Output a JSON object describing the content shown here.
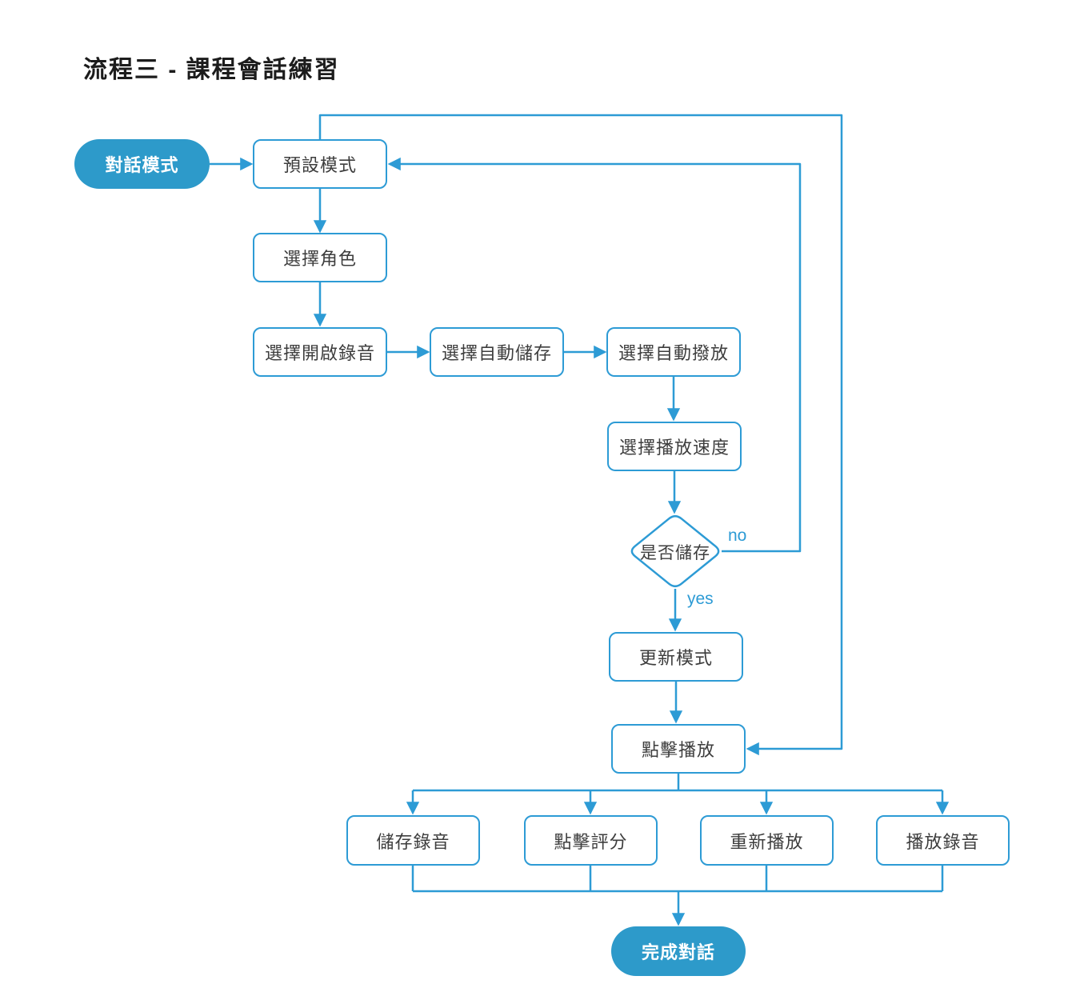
{
  "title": "流程三 - 課程會話練習",
  "colors": {
    "accent": "#2d9bd5",
    "terminal_fill": "#2d9aca",
    "terminal_text": "#ffffff",
    "node_fill": "#ffffff",
    "node_text": "#3d3d3d",
    "title_text": "#1c1c1c",
    "background": "#ffffff"
  },
  "nodes": {
    "start": {
      "label": "對話模式",
      "type": "terminal"
    },
    "default_mode": {
      "label": "預設模式",
      "type": "process"
    },
    "choose_role": {
      "label": "選擇角色",
      "type": "process"
    },
    "enable_recording": {
      "label": "選擇開啟錄音",
      "type": "process"
    },
    "auto_save": {
      "label": "選擇自動儲存",
      "type": "process"
    },
    "auto_play": {
      "label": "選擇自動撥放",
      "type": "process"
    },
    "playback_speed": {
      "label": "選擇播放速度",
      "type": "process"
    },
    "save_decision": {
      "label": "是否儲存",
      "type": "decision"
    },
    "update_mode": {
      "label": "更新模式",
      "type": "process"
    },
    "click_play": {
      "label": "點擊播放",
      "type": "process"
    },
    "save_recording": {
      "label": "儲存錄音",
      "type": "process"
    },
    "click_rating": {
      "label": "點擊評分",
      "type": "process"
    },
    "replay": {
      "label": "重新播放",
      "type": "process"
    },
    "play_recording": {
      "label": "播放錄音",
      "type": "process"
    },
    "end": {
      "label": "完成對話",
      "type": "terminal"
    }
  },
  "edge_labels": {
    "no": "no",
    "yes": "yes"
  }
}
